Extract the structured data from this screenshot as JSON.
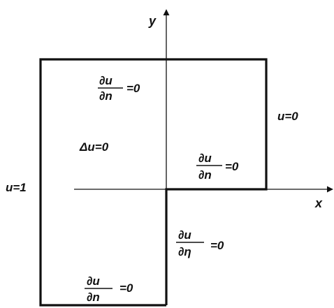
{
  "axes": {
    "x_label": "x",
    "y_label": "y"
  },
  "labels": {
    "top_left_condition": {
      "num": "∂u",
      "den": "∂n",
      "rhs": "=0"
    },
    "laplace": "Δu=0",
    "right_condition": "u=0",
    "inner_step_condition": {
      "num": "∂u",
      "den": "∂n",
      "rhs": "=0"
    },
    "left_condition": "u=1",
    "lower_step_condition": {
      "num": "∂u",
      "den": "∂η",
      "rhs": "=0"
    },
    "bottom_condition": {
      "num": "∂u",
      "den": "∂n",
      "rhs": "=0"
    }
  },
  "colors": {
    "ink": "#111111",
    "background": "#ffffff"
  }
}
